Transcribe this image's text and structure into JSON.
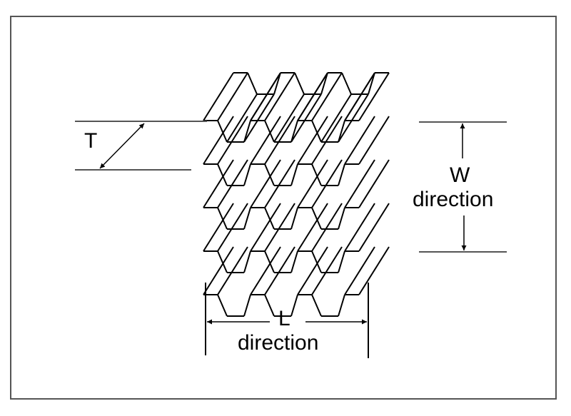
{
  "figure": {
    "description": "Honeycomb core cell geometry with thickness and ribbon directions",
    "labels": {
      "thickness": "T",
      "width_letter": "W",
      "width_word": "direction",
      "length_letter": "L",
      "length_word": "direction"
    },
    "honeycomb": {
      "columns": 3,
      "rows": 4
    },
    "colors": {
      "line": "#000000",
      "guide": "#555555",
      "frame": "#555555",
      "background": "#ffffff"
    }
  }
}
